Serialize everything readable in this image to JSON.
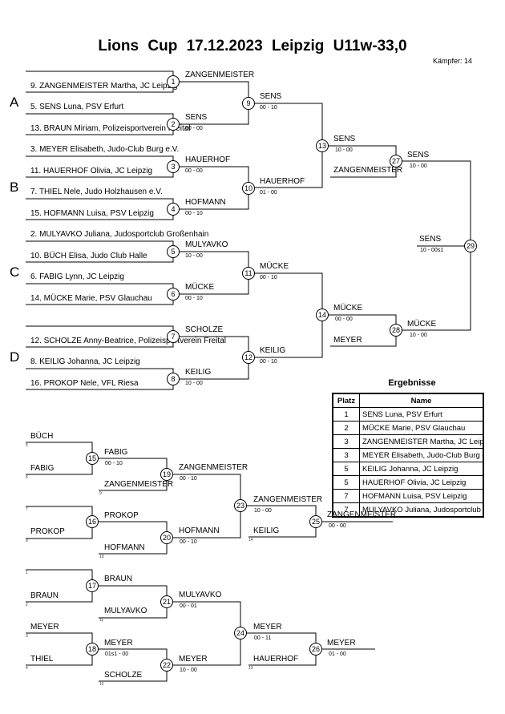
{
  "title": "Lions Cup  17.12.2023  Leipzig   U11w-33,0",
  "fighters_count": "Kämpfer: 14",
  "pools": [
    "A",
    "B",
    "C",
    "D"
  ],
  "entries": [
    {
      "text": "9. ZANGENMEISTER Martha, JC Leipzig"
    },
    {
      "text": "5. SENS Luna, PSV Erfurt"
    },
    {
      "text": "13. BRAUN Miriam, Polizeisportverein Freital"
    },
    {
      "text": "3. MEYER Elisabeth, Judo-Club Burg e.V."
    },
    {
      "text": "11. HAUERHOF Olivia, JC Leipzig"
    },
    {
      "text": "7. THIEL Nele, Judo Holzhausen e.V."
    },
    {
      "text": "15. HOFMANN Luisa, PSV Leipzig"
    },
    {
      "text": "2. MULYAVKO Juliana, Judosportclub Großenhain"
    },
    {
      "text": "10. BÜCH Elisa, Judo Club Halle"
    },
    {
      "text": "6. FABIG Lynn, JC Leipzig"
    },
    {
      "text": "14. MÜCKE Marie, PSV Glauchau"
    },
    {
      "text": "12. SCHOLZE Anny-Beatrice, Polizeisportverein Freital"
    },
    {
      "text": "8. KEILIG Johanna, JC Leipzig"
    },
    {
      "text": "16. PROKOP Nele, VFL Riesa"
    }
  ],
  "bouts": [
    {
      "num": "1",
      "winner": "ZANGENMEISTER",
      "score": ""
    },
    {
      "num": "2",
      "winner": "SENS",
      "score": "00 - 00"
    },
    {
      "num": "3",
      "winner": "HAUERHOF",
      "score": "00 - 00"
    },
    {
      "num": "4",
      "winner": "HOFMANN",
      "score": "00 - 10"
    },
    {
      "num": "5",
      "winner": "MULYAVKO",
      "score": "10 - 00"
    },
    {
      "num": "6",
      "winner": "MÜCKE",
      "score": "00 - 10"
    },
    {
      "num": "7",
      "winner": "SCHOLZE",
      "score": ""
    },
    {
      "num": "8",
      "winner": "KEILIG",
      "score": "10 - 00"
    },
    {
      "num": "9",
      "winner": "SENS",
      "score": "00 - 10"
    },
    {
      "num": "10",
      "winner": "HAUERHOF",
      "score": "01 - 00"
    },
    {
      "num": "11",
      "winner": "MÜCKE",
      "score": "00 - 10"
    },
    {
      "num": "12",
      "winner": "KEILIG",
      "score": "00 - 10"
    },
    {
      "num": "13",
      "winner": "SENS",
      "score": "10 - 00"
    },
    {
      "num": "14",
      "winner": "MÜCKE",
      "score": "00 - 00"
    },
    {
      "num": "27",
      "winner": "SENS",
      "score": "10 - 00"
    },
    {
      "num": "28",
      "winner": "MÜCKE",
      "score": "10 - 00"
    },
    {
      "num": "29",
      "winner": "SENS",
      "score": "10 - 00s1"
    },
    {
      "num": "15",
      "winner": "FABIG",
      "score": "00 - 10"
    },
    {
      "num": "16",
      "winner": "PROKOP",
      "score": ""
    },
    {
      "num": "17",
      "winner": "BRAUN",
      "score": ""
    },
    {
      "num": "18",
      "winner": "MEYER",
      "score": "01s1 - 00"
    },
    {
      "num": "19",
      "winner": "ZANGENMEISTER",
      "score": "00 - 10"
    },
    {
      "num": "20",
      "winner": "HOFMANN",
      "score": "00 - 10"
    },
    {
      "num": "21",
      "winner": "MULYAVKO",
      "score": "00 - 01"
    },
    {
      "num": "22",
      "winner": "MEYER",
      "score": "10 - 00"
    },
    {
      "num": "23",
      "winner": "ZANGENMEISTER",
      "score": "10 - 00"
    },
    {
      "num": "24",
      "winner": "MEYER",
      "score": "00 - 11"
    },
    {
      "num": "25",
      "winner": "ZANGENMEISTER",
      "score": "00 - 00"
    },
    {
      "num": "26",
      "winner": "MEYER",
      "score": "01 - 00"
    }
  ],
  "repechage_names": [
    {
      "name": "BÜCH",
      "label": "5"
    },
    {
      "name": "FABIG",
      "label": "6"
    },
    {
      "name": "ZANGENMEISTER",
      "label": "9"
    },
    {
      "name": "",
      "label": "7"
    },
    {
      "name": "PROKOP",
      "label": "8"
    },
    {
      "name": "HOFMANN",
      "label": "10"
    },
    {
      "name": "",
      "label": "1"
    },
    {
      "name": "BRAUN",
      "label": "2"
    },
    {
      "name": "MULYAVKO",
      "label": "11"
    },
    {
      "name": "MEYER",
      "label": "3"
    },
    {
      "name": "THIEL",
      "label": "4"
    },
    {
      "name": "SCHOLZE",
      "label": "12"
    },
    {
      "name": "KEILIG",
      "label": "14"
    },
    {
      "name": "HAUERHOF",
      "label": "13"
    },
    {
      "name": "MEYER",
      "label": ""
    },
    {
      "name": "ZANGENMEISTER",
      "label": ""
    }
  ],
  "results": {
    "title": "Ergebnisse",
    "col_place": "Platz",
    "col_name": "Name",
    "rows": [
      {
        "place": "1",
        "name": "SENS Luna, PSV Erfurt"
      },
      {
        "place": "2",
        "name": "MÜCKE Marie, PSV Glauchau"
      },
      {
        "place": "3",
        "name": "ZANGENMEISTER Martha, JC Leipzig"
      },
      {
        "place": "3",
        "name": "MEYER Elisabeth, Judo-Club Burg e.V."
      },
      {
        "place": "5",
        "name": "KEILIG Johanna, JC Leipzig"
      },
      {
        "place": "5",
        "name": "HAUERHOF Olivia, JC Leipzig"
      },
      {
        "place": "7",
        "name": "HOFMANN Luisa, PSV Leipzig"
      },
      {
        "place": "7",
        "name": "MULYAVKO Juliana, Judosportclub Großenhain"
      }
    ]
  }
}
